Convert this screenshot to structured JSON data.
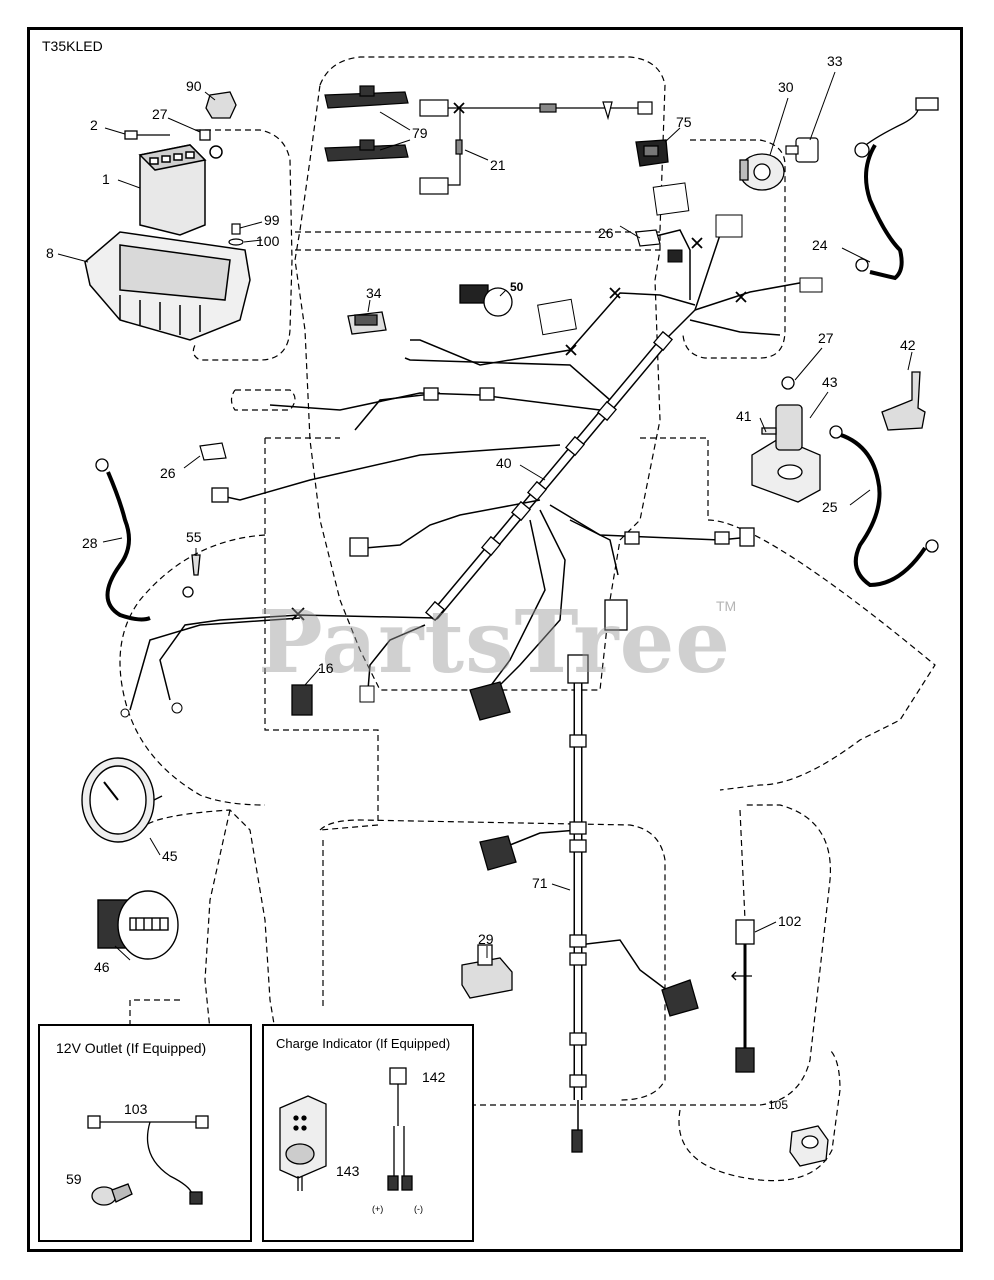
{
  "model_code": "T35KLED",
  "watermark": {
    "text": "PartsTree",
    "tm": "TM"
  },
  "part_labels": {
    "p90": "90",
    "p2": "2",
    "p27a": "27",
    "p1": "1",
    "p99": "99",
    "p100": "100",
    "p8": "8",
    "p79": "79",
    "p21": "21",
    "p75": "75",
    "p30": "30",
    "p33": "33",
    "p24": "24",
    "p26a": "26",
    "p50": "50",
    "p34": "34",
    "p27b": "27",
    "p42": "42",
    "p43": "43",
    "p41": "41",
    "p25": "25",
    "p40": "40",
    "p26b": "26",
    "p28": "28",
    "p55": "55",
    "p16": "16",
    "p45": "45",
    "p71": "71",
    "p46": "46",
    "p29": "29",
    "p102": "102",
    "p103": "103",
    "p59": "59",
    "p142": "142",
    "p143": "143",
    "p105": "105"
  },
  "inset_12v": {
    "title": "12V Outlet (If Equipped)"
  },
  "inset_charge": {
    "title": "Charge Indicator (If Equipped)",
    "plus": "(+)",
    "minus": "(-)"
  }
}
